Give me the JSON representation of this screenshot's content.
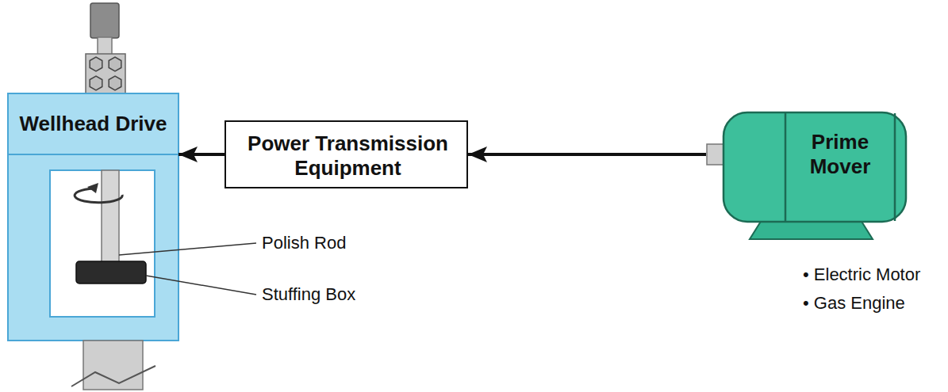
{
  "diagram": {
    "nodes": [
      {
        "text": [
          "Wellhead Drive"
        ]
      },
      {
        "text": [
          "Power Transmission Equipment"
        ]
      },
      {
        "text": [
          "Prime Mover"
        ]
      }
    ],
    "edges": [
      {
        "from": 2,
        "to": 1,
        "arrow": "to"
      },
      {
        "from": 1,
        "to": 0,
        "arrow": "to"
      }
    ],
    "labels": [
      "Polish Rod",
      "Stuffing Box",
      "• Electric Motor",
      "• Gas Engine"
    ]
  }
}
